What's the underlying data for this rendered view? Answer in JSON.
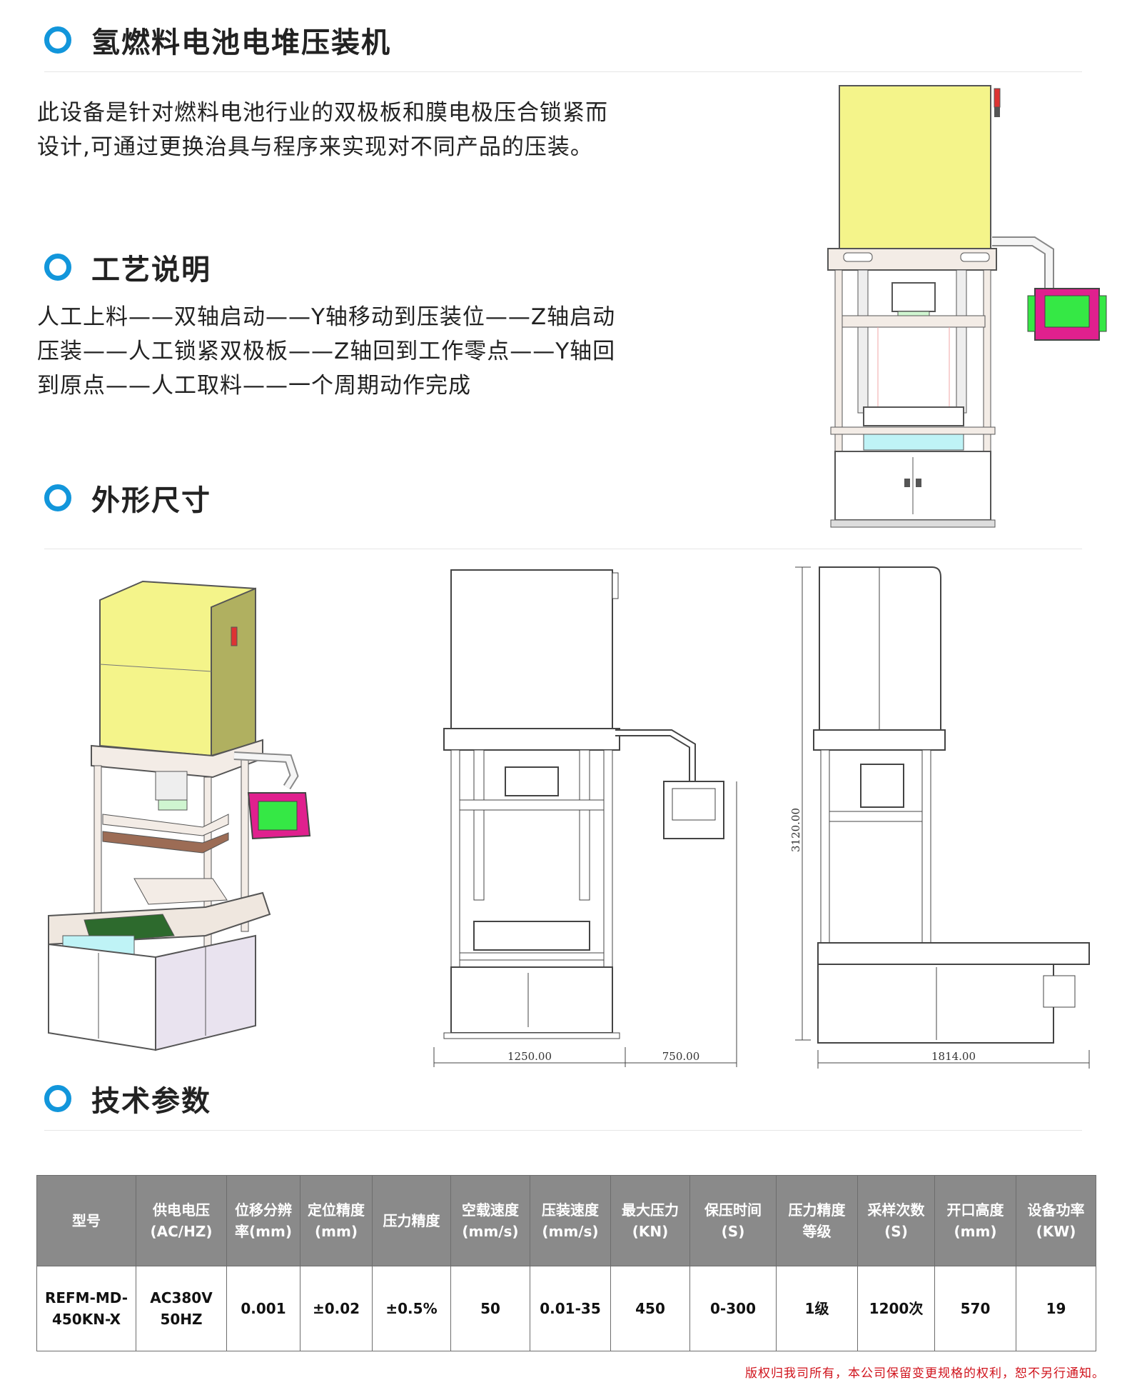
{
  "sections": {
    "product_title": "氢燃料电池电堆压装机",
    "process_title": "工艺说明",
    "dimensions_title": "外形尺寸",
    "specs_title": "技术参数"
  },
  "description": {
    "line1": "此设备是针对燃料电池行业的双极板和膜电极压合锁紧而",
    "line2": "设计,可通过更换治具与程序来实现对不同产品的压装。"
  },
  "process": {
    "line1": "人工上料——双轴启动——Y轴移动到压装位——Z轴启动",
    "line2": "压装——人工锁紧双极板——Z轴回到工作零点——Y轴回",
    "line3": "到原点——人工取料——一个周期动作完成"
  },
  "dimensions": {
    "width_main": "1250.00",
    "width_arm": "750.00",
    "height": "3120.00",
    "depth": "1814.00"
  },
  "specs": {
    "headers": {
      "model": "型号",
      "voltage_1": "供电电压",
      "voltage_2": "(AC/HZ)",
      "resolution_1": "位移分辨",
      "resolution_2": "率(mm)",
      "positioning_1": "定位精度",
      "positioning_2": "(mm)",
      "pressure_accuracy": "压力精度",
      "idle_speed_1": "空载速度",
      "idle_speed_2": "(mm/s)",
      "press_speed_1": "压装速度",
      "press_speed_2": "(mm/s)",
      "max_pressure_1": "最大压力",
      "max_pressure_2": "(KN)",
      "hold_time_1": "保压时间",
      "hold_time_2": "(S)",
      "pressure_grade_1": "压力精度",
      "pressure_grade_2": "等级",
      "sampling_1": "采样次数",
      "sampling_2": "(S)",
      "opening_1": "开口高度",
      "opening_2": "(mm)",
      "power_1": "设备功率",
      "power_2": "(KW)"
    },
    "values": {
      "model_1": "REFM-MD-",
      "model_2": "450KN-X",
      "voltage_1": "AC380V",
      "voltage_2": "50HZ",
      "resolution": "0.001",
      "positioning": "±0.02",
      "pressure_accuracy": "±0.5%",
      "idle_speed": "50",
      "press_speed": "0.01-35",
      "max_pressure": "450",
      "hold_time": "0-300",
      "pressure_grade": "1级",
      "sampling": "1200次",
      "opening": "570",
      "power": "19"
    }
  },
  "copyright": "版权归我司所有，本公司保留变更规格的权利，恕不另行通知。",
  "colors": {
    "accent_ring": "#1296db",
    "cabinet_yellow": "#f4f48a",
    "hmi_magenta": "#e0208e",
    "screen_green": "#35e845",
    "table_header": "#8a8a8a",
    "copyright_red": "#d0121b"
  }
}
